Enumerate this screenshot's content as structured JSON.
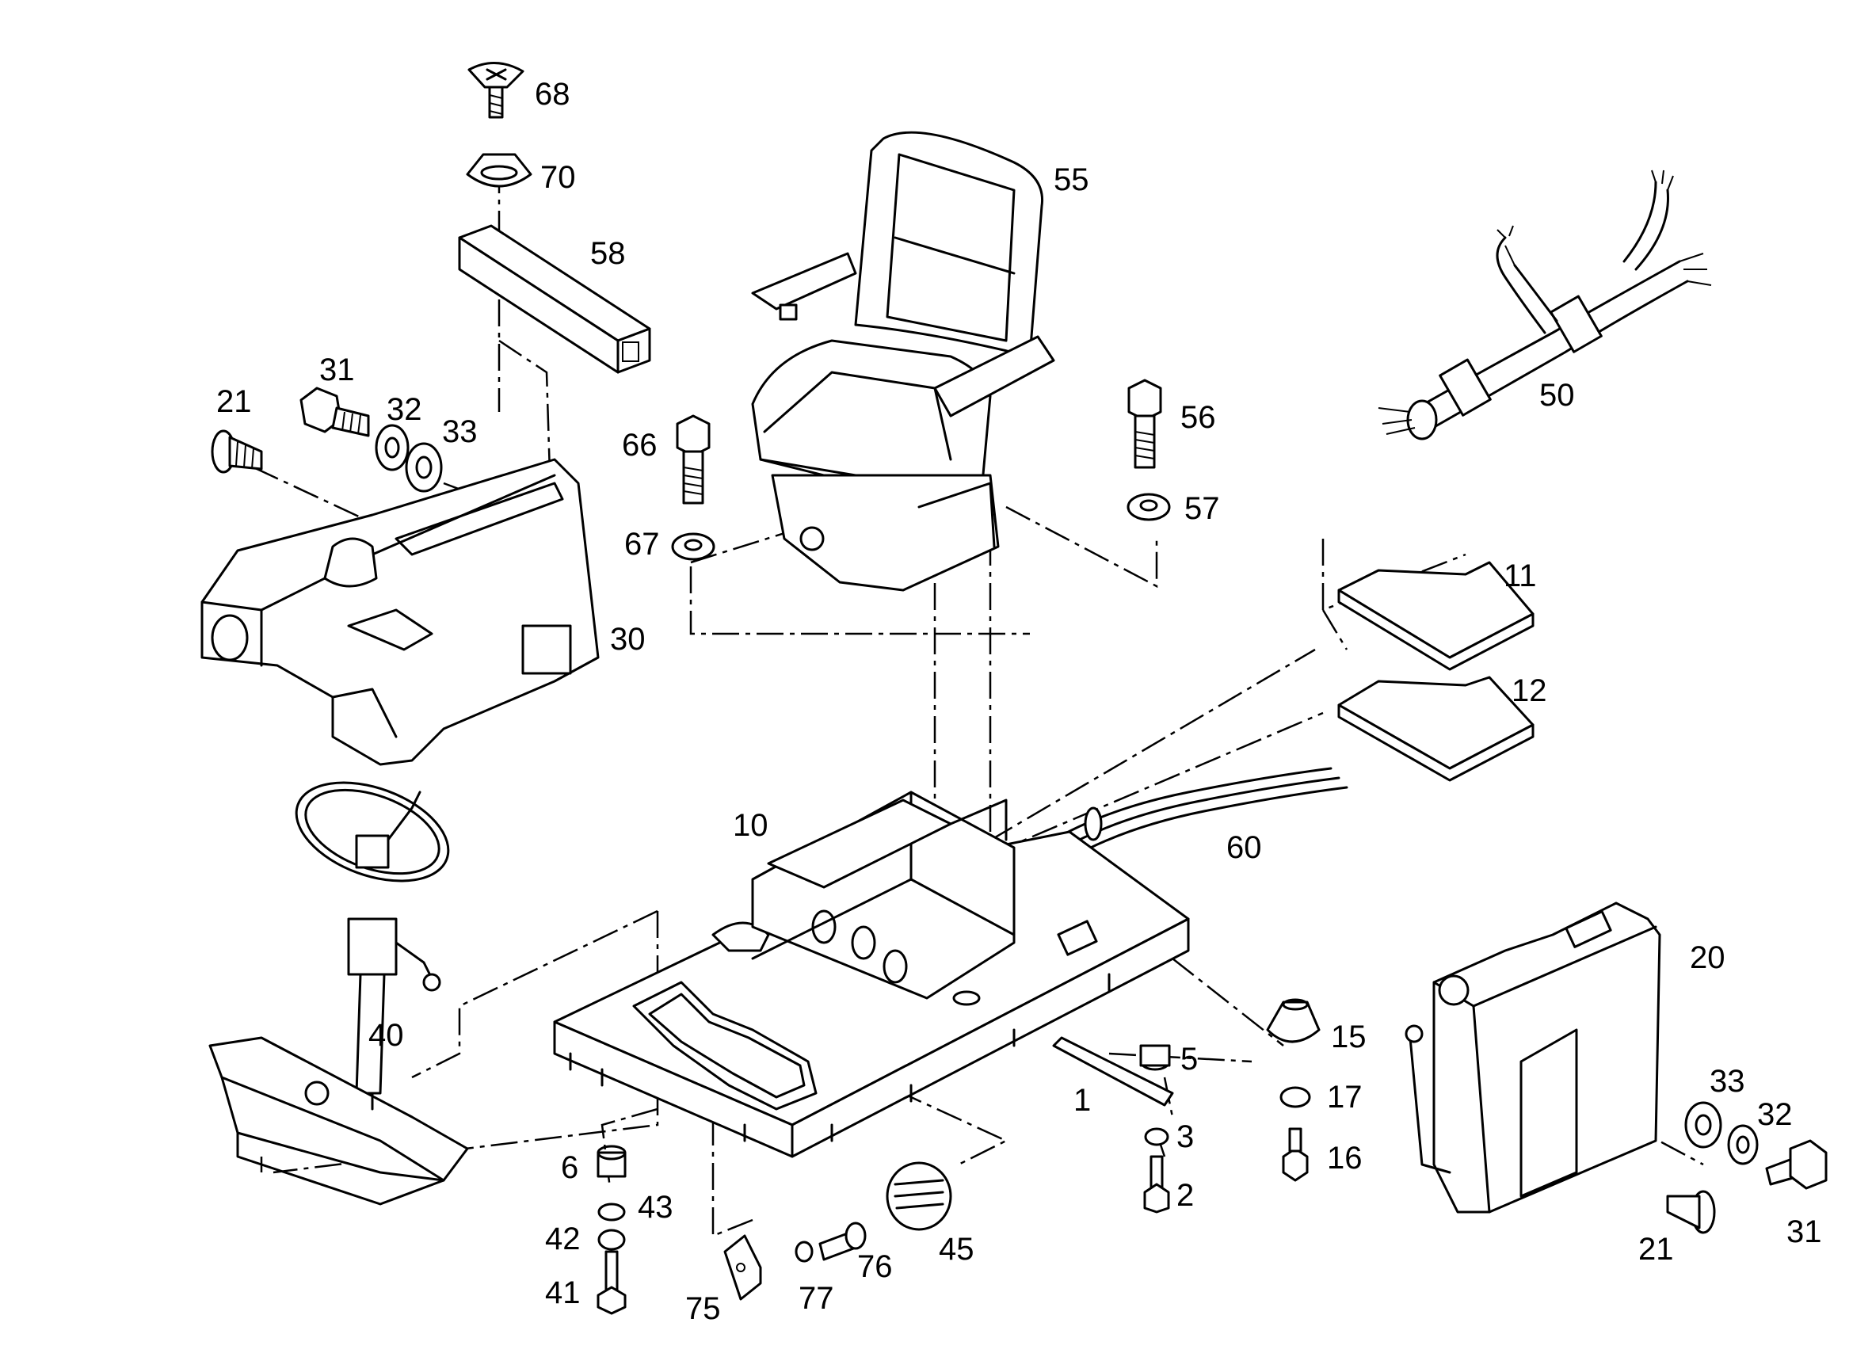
{
  "callouts": [
    {
      "id": "c68",
      "label": "68"
    },
    {
      "id": "c70",
      "label": "70"
    },
    {
      "id": "c58",
      "label": "58"
    },
    {
      "id": "c31a",
      "label": "31"
    },
    {
      "id": "c21a",
      "label": "21"
    },
    {
      "id": "c32a",
      "label": "32"
    },
    {
      "id": "c33a",
      "label": "33"
    },
    {
      "id": "c30",
      "label": "30"
    },
    {
      "id": "c55",
      "label": "55"
    },
    {
      "id": "c66",
      "label": "66"
    },
    {
      "id": "c67",
      "label": "67"
    },
    {
      "id": "c56",
      "label": "56"
    },
    {
      "id": "c57",
      "label": "57"
    },
    {
      "id": "c50",
      "label": "50"
    },
    {
      "id": "c11",
      "label": "11"
    },
    {
      "id": "c12",
      "label": "12"
    },
    {
      "id": "c10",
      "label": "10"
    },
    {
      "id": "c60",
      "label": "60"
    },
    {
      "id": "c40",
      "label": "40"
    },
    {
      "id": "c20",
      "label": "20"
    },
    {
      "id": "c15",
      "label": "15"
    },
    {
      "id": "c5",
      "label": "5"
    },
    {
      "id": "c17",
      "label": "17"
    },
    {
      "id": "c1",
      "label": "1"
    },
    {
      "id": "c3",
      "label": "3"
    },
    {
      "id": "c16",
      "label": "16"
    },
    {
      "id": "c2",
      "label": "2"
    },
    {
      "id": "c6",
      "label": "6"
    },
    {
      "id": "c43",
      "label": "43"
    },
    {
      "id": "c42",
      "label": "42"
    },
    {
      "id": "c41",
      "label": "41"
    },
    {
      "id": "c75",
      "label": "75"
    },
    {
      "id": "c77",
      "label": "77"
    },
    {
      "id": "c76",
      "label": "76"
    },
    {
      "id": "c45",
      "label": "45"
    },
    {
      "id": "c33b",
      "label": "33"
    },
    {
      "id": "c32b",
      "label": "32"
    },
    {
      "id": "c21b",
      "label": "21"
    },
    {
      "id": "c31b",
      "label": "31"
    }
  ]
}
